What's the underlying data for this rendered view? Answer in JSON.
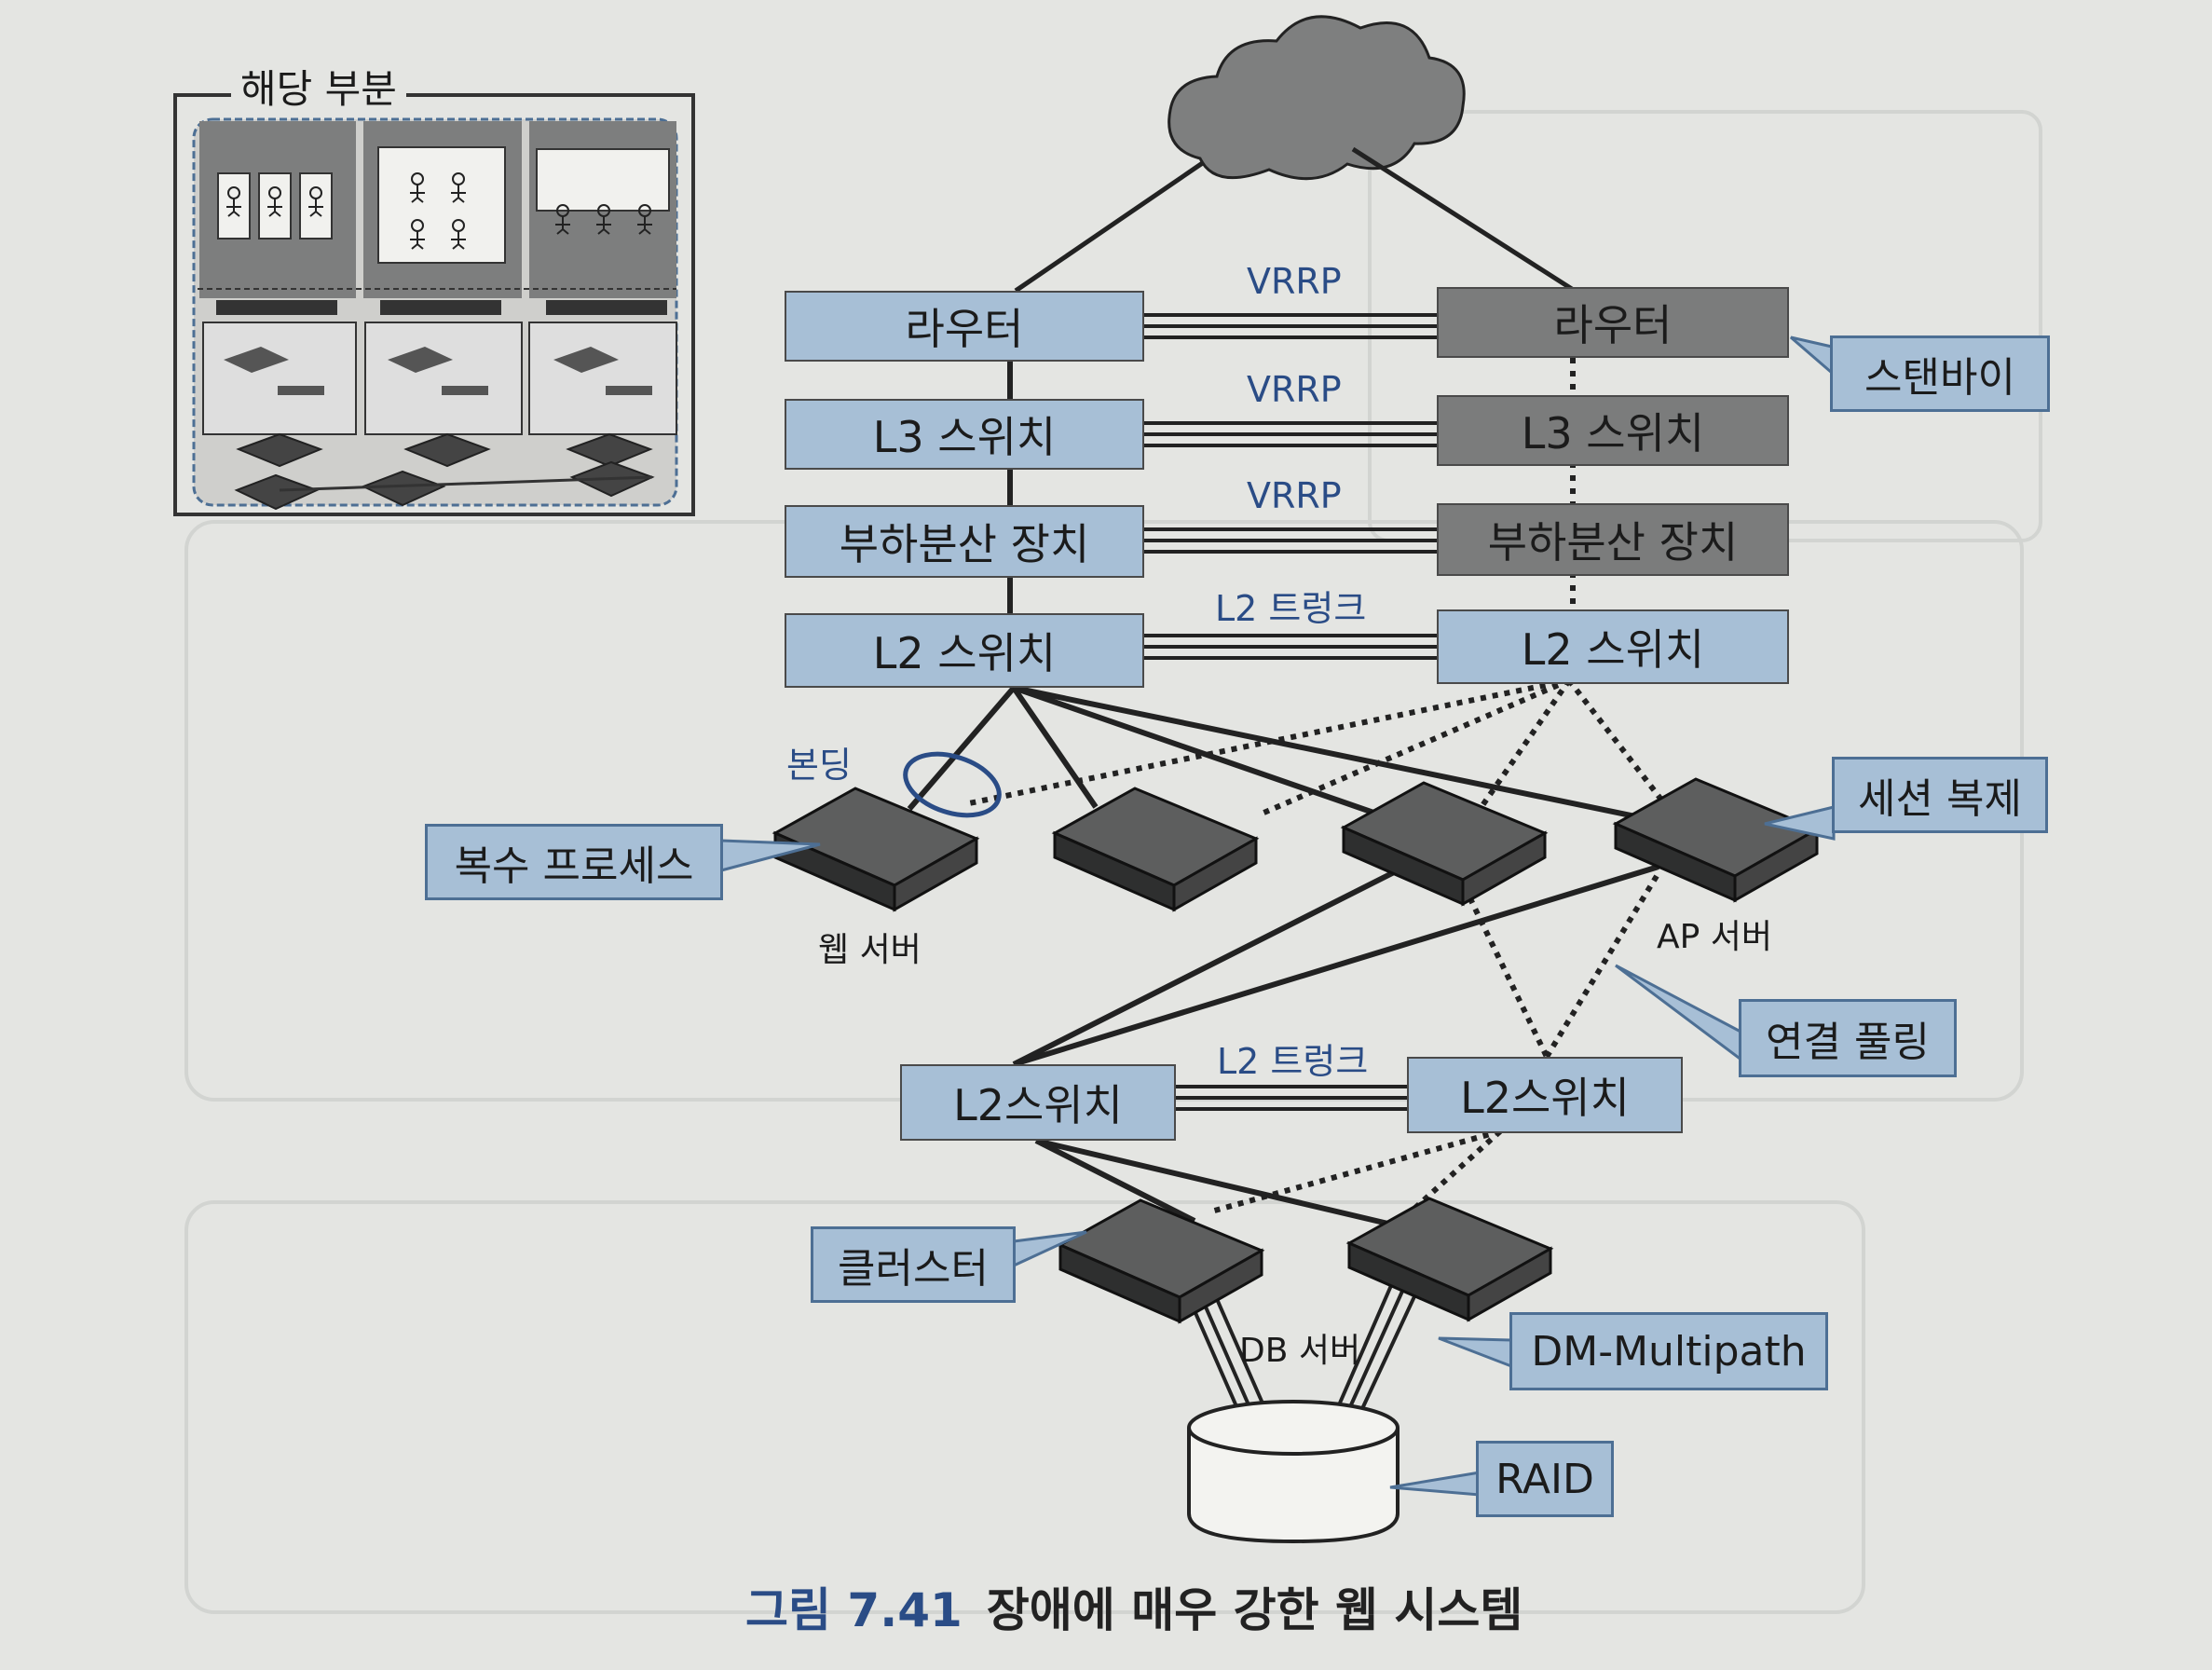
{
  "inset": {
    "title": "해당 부분"
  },
  "routers": {
    "left": "라우터",
    "right": "라우터",
    "link": "VRRP"
  },
  "l3": {
    "left": "L3 스위치",
    "right": "L3 스위치",
    "link": "VRRP"
  },
  "lb": {
    "left": "부하분산 장치",
    "right": "부하분산 장치",
    "link": "VRRP"
  },
  "l2_top": {
    "left": "L2 스위치",
    "right": "L2 스위치",
    "link": "L2 트렁크"
  },
  "l2_bottom": {
    "left": "L2스위치",
    "right": "L2스위치",
    "link": "L2 트렁크"
  },
  "bonding_label": "본딩",
  "servers": {
    "web": "웹 서버",
    "ap": "AP 서버",
    "db": "DB 서버"
  },
  "callouts": {
    "standby": "스탠바이",
    "multi_process": "복수 프로세스",
    "session_replication": "세션 복제",
    "connection_pooling": "연결 풀링",
    "cluster": "클러스터",
    "dm_multipath": "DM-Multipath",
    "raid": "RAID"
  },
  "caption": {
    "number": "그림 7.41",
    "title": "장애에 매우 강한 웹 시스템"
  },
  "colors": {
    "device_blue": "#a7bfd6",
    "device_gray": "#7b7c7c",
    "callout_border": "#4d6f94",
    "label_blue": "#2a4c86"
  },
  "icons": [
    "cloud-icon",
    "server-icon",
    "storage-icon",
    "person-icon"
  ]
}
